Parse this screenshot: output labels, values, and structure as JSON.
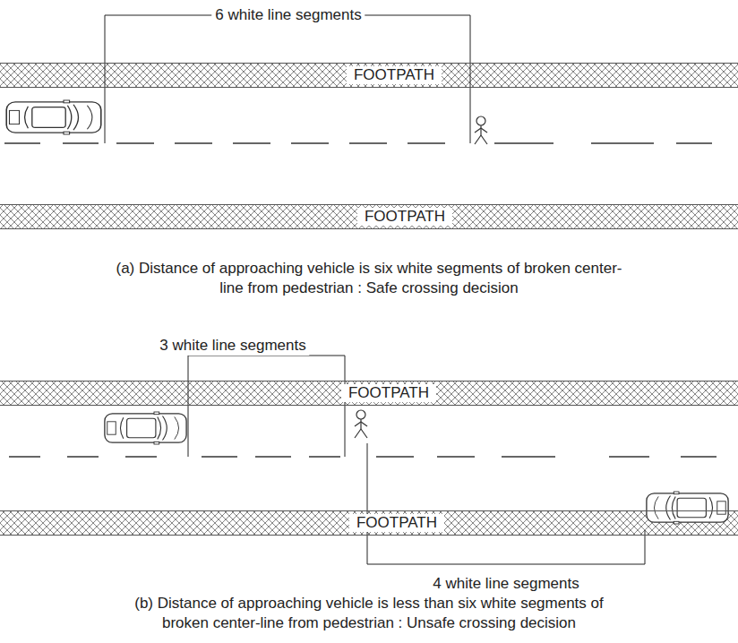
{
  "diagram": {
    "nodes": [
      {
        "text": [
          "FOOTPATH"
        ]
      },
      {
        "text": [
          "FOOTPATH"
        ]
      },
      {
        "text": [
          "FOOTPATH"
        ]
      },
      {
        "text": [
          "FOOTPATH"
        ]
      }
    ],
    "labels": [
      "6 white line segments",
      "(a) Distance of approaching vehicle is six white segments of broken center-line from pedestrian : Safe crossing decision",
      "3 white line segments",
      "4 white line segments",
      "(b) Distance of approaching vehicle is less than six white segments of broken center-line from pedestrian : Unsafe crossing decision"
    ]
  }
}
